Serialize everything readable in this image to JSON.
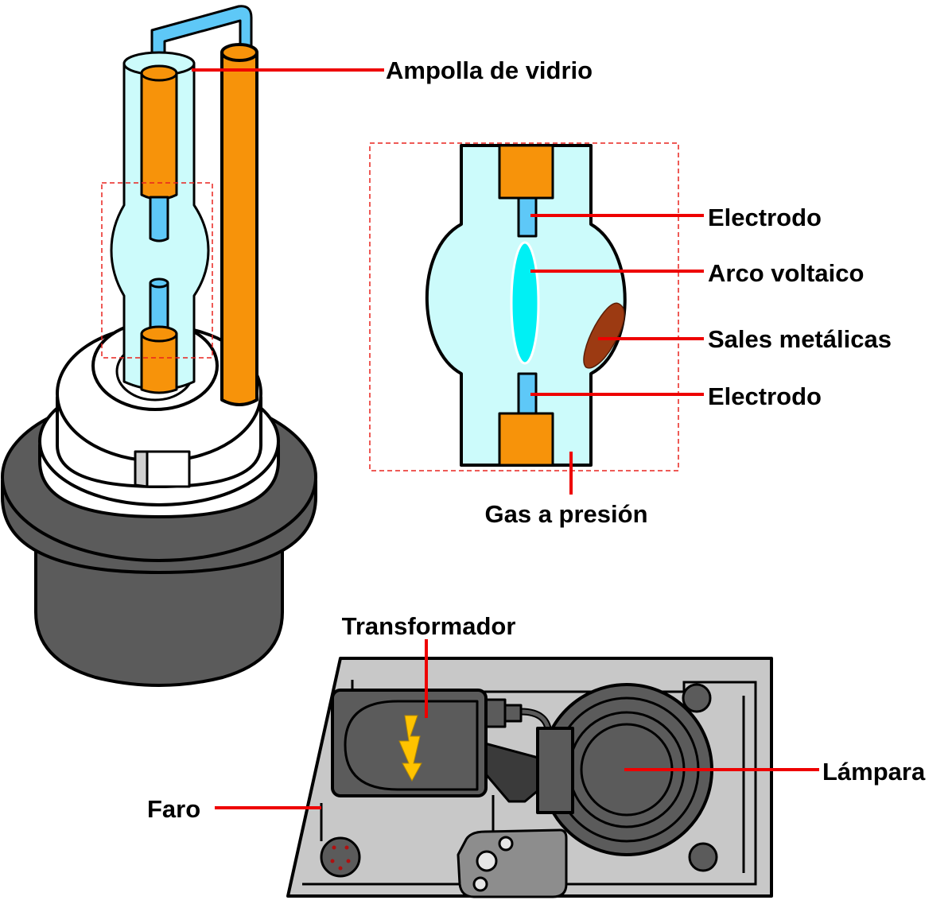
{
  "labels": {
    "glass_bulb": "Ampolla de vidrio",
    "electrode_top": "Electrodo",
    "arc": "Arco voltaico",
    "metal_salts": "Sales metálicas",
    "electrode_bottom": "Electrodo",
    "pressurized_gas": "Gas a presión",
    "transformer": "Transformador",
    "headlight": "Faro",
    "lamp": "Lámpara"
  },
  "colors": {
    "copper": "#f7930a",
    "glass": "#ccfbfb",
    "wire": "#5ec8f7",
    "arc": "#00f0f4",
    "salts": "#9c3a12",
    "base_dark": "#5b5b5b",
    "housing": "#c8c8c8",
    "leader_line": "#ee0000",
    "bolt": "#ffc300"
  },
  "icons": {
    "transformer_symbol": "lightning-bolt-icon"
  }
}
